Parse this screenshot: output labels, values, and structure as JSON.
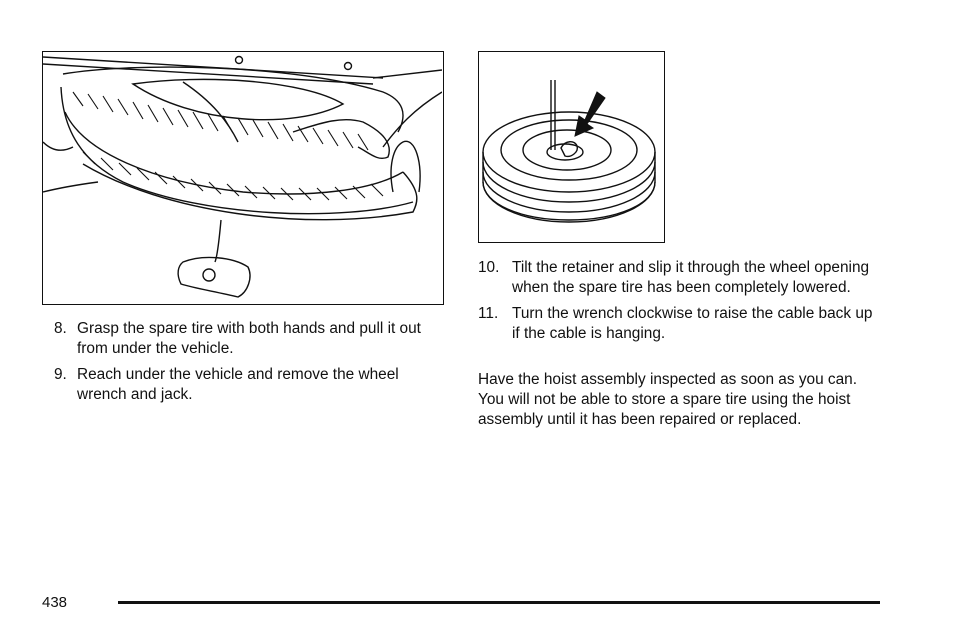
{
  "figures": {
    "left": {
      "icon": "spare-tire-removal-illustration"
    },
    "right": {
      "icon": "spare-tire-retainer-illustration"
    }
  },
  "steps_left": [
    {
      "number": "8.",
      "text": "Grasp the spare tire with both hands and pull it out from under the vehicle."
    },
    {
      "number": "9.",
      "text": "Reach under the vehicle and remove the wheel wrench and jack."
    }
  ],
  "steps_right": [
    {
      "number": "10.",
      "text": "Tilt the retainer and slip it through the wheel opening when the spare tire has been completely lowered."
    },
    {
      "number": "11.",
      "text": "Turn the wrench clockwise to raise the cable back up if the cable is hanging."
    }
  ],
  "paragraph": "Have the hoist assembly inspected as soon as you can. You will not be able to store a spare tire using the hoist assembly until it has been repaired or replaced.",
  "footer": {
    "page_number": "438"
  }
}
